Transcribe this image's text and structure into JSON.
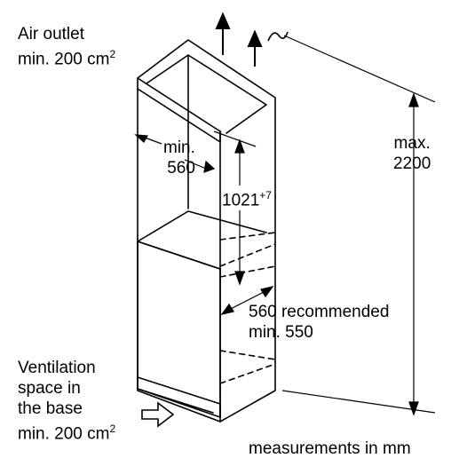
{
  "labels": {
    "air_outlet_line1": "Air outlet",
    "air_outlet_line2": "min. 200 cm",
    "air_outlet_sup": "2",
    "max_line1": "max.",
    "max_line2": "2200",
    "min_line1": "min.",
    "min_line2": "560",
    "height_value": "1021",
    "height_sup": "+7",
    "depth_line1": "560 recommended",
    "depth_line2": "min. 550",
    "vent_line1": "Ventilation",
    "vent_line2": "space in",
    "vent_line3": "the base",
    "vent_line4": "min. 200 cm",
    "vent_sup": "2",
    "footer": "measurements in mm"
  }
}
